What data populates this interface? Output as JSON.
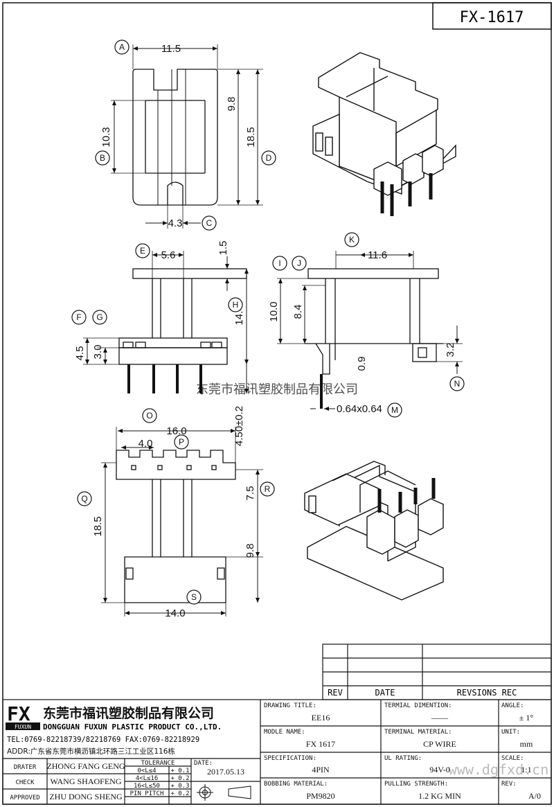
{
  "drawing_number": "FX-1617",
  "dimensions": {
    "A": "11.5",
    "B": "10.3",
    "C": "4.3",
    "D": "18.5",
    "top_inner": "9.8",
    "E": "5.6",
    "top_thick": "1.5",
    "F": "4.5",
    "G": "3.0",
    "H": "14.4",
    "pin_len": "4.50±0.2",
    "K": "11.6",
    "I": "10.0",
    "J": "8.4",
    "N": "3.2",
    "gap": "0.9",
    "M": "0.64x0.64",
    "O": "16.0",
    "P": "4.0",
    "Q": "18.5",
    "R": "7.5",
    "bottom_inner": "9.8",
    "S": "14.0"
  },
  "callouts": [
    "A",
    "B",
    "C",
    "D",
    "E",
    "F",
    "G",
    "H",
    "I",
    "J",
    "K",
    "M",
    "N",
    "O",
    "P",
    "Q",
    "R",
    "S"
  ],
  "watermark": "东莞市福讯塑胶制品有限公司",
  "revision_table": {
    "headers": [
      "REV",
      "DATE",
      "REVSIONS REC"
    ]
  },
  "company": {
    "logo": "FX",
    "logo_sub": "FUXUN",
    "name_cn": "东莞市福讯塑胶制品有限公司",
    "name_en": "DONGGUAN FUXUN PLASTIC PRODUCT CO.,LTD.",
    "tel": "TEL:0769-82218739/82218769 FAX:0769-82218929",
    "addr": "ADDR:广东省东莞市横沥镇北环路三江工业区116栋"
  },
  "title_block": {
    "drawing_title_label": "DRAWING TITLE:",
    "drawing_title": "EE16",
    "terminal_dimention_label": "TERMIAL DIMENTION:",
    "terminal_dimention": "——",
    "angle_label": "ANGLE:",
    "angle": "± 1°",
    "model_name_label": "MODLE NAME:",
    "model_name": "FX 1617",
    "terminal_material_label": "TERMINAL MATERIAL:",
    "terminal_material": "CP WIRE",
    "unit_label": "UNIT:",
    "unit": "mm",
    "specification_label": "SPECIFICATION:",
    "specification": "4PIN",
    "ul_rating_label": "UL RATING:",
    "ul_rating": "94V-0",
    "scale_label": "SCALE:",
    "scale": "1:1",
    "bobbing_material_label": "BOBBING MATERIAL:",
    "bobbing_material": "PM9820",
    "pulling_strength_label": "PULLING STRENGTH:",
    "pulling_strength": "1.2 KG MIN",
    "rev_label": "REV:",
    "rev": "A/0",
    "drater_label": "DRATER",
    "drater": "ZHONG FANG GENG",
    "check_label": "CHECK",
    "check": "WANG SHAOFENG",
    "approved_label": "APPROVED",
    "approved": "ZHU DONG SHENG",
    "tolerance_label": "TOLERANCE",
    "tolerance_rows": [
      {
        "range": "0<L≤4",
        "tol": "+ 0.1"
      },
      {
        "range": "4<L≤16",
        "tol": "+ 0.2"
      },
      {
        "range": "16<L≤50",
        "tol": "+ 0.3"
      },
      {
        "range": "PIN PITCH",
        "tol": "+ 0.2"
      }
    ],
    "date_label": "DATE:",
    "date": "2017.05.13"
  },
  "site_watermark": "www.dgfxd.cn"
}
